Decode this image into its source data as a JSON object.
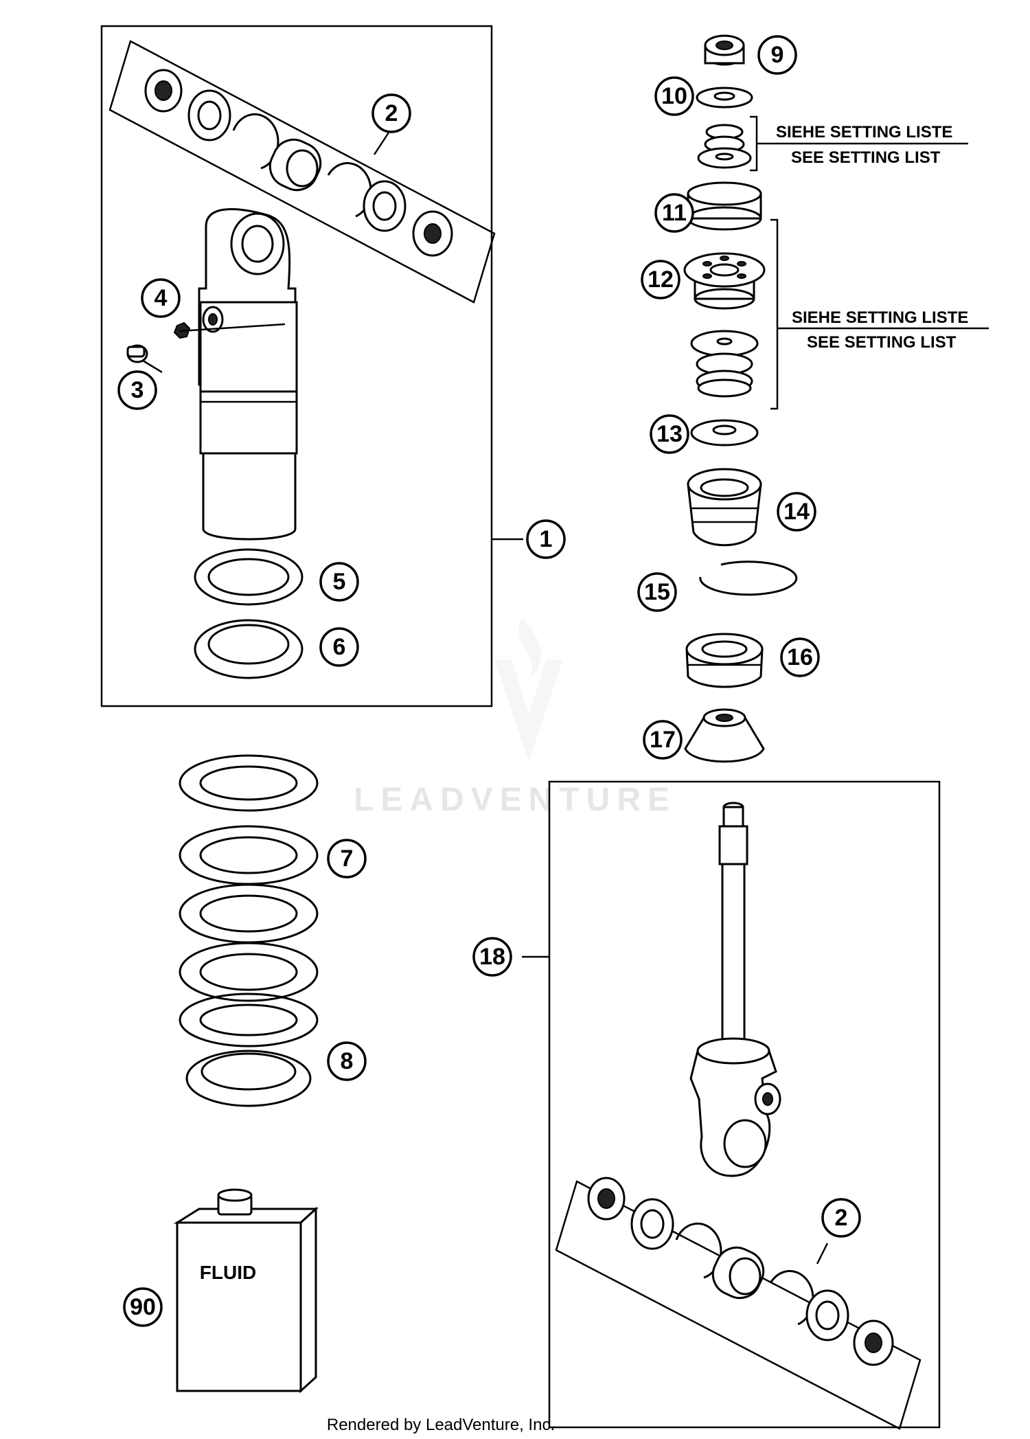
{
  "callouts": {
    "c1": "1",
    "c2": "2",
    "c2b": "2",
    "c3": "3",
    "c4": "4",
    "c5": "5",
    "c6": "6",
    "c7": "7",
    "c8": "8",
    "c9": "9",
    "c10": "10",
    "c11": "11",
    "c12": "12",
    "c13": "13",
    "c14": "14",
    "c15": "15",
    "c16": "16",
    "c17": "17",
    "c18": "18",
    "c90": "90"
  },
  "notes": {
    "setting_de": "SIEHE SETTING LISTE",
    "setting_en": "SEE SETTING LIST"
  },
  "fluid_label": "FLUID",
  "watermark": "LEADVENTURE",
  "footer": "Rendered by LeadVenture, Inc."
}
